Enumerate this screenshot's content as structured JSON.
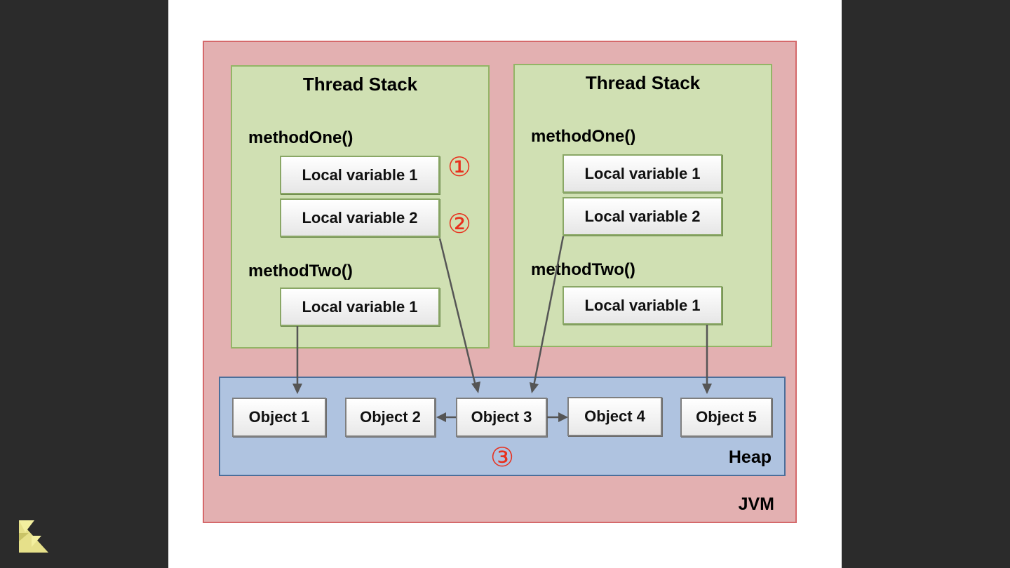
{
  "jvm": {
    "label": "JVM"
  },
  "heap": {
    "label": "Heap"
  },
  "stacks": [
    {
      "title": "Thread Stack",
      "methods": [
        {
          "name": "methodOne()",
          "vars": [
            "Local variable 1",
            "Local variable 2"
          ]
        },
        {
          "name": "methodTwo()",
          "vars": [
            "Local variable 1"
          ]
        }
      ]
    },
    {
      "title": "Thread Stack",
      "methods": [
        {
          "name": "methodOne()",
          "vars": [
            "Local variable 1",
            "Local variable 2"
          ]
        },
        {
          "name": "methodTwo()",
          "vars": [
            "Local variable 1"
          ]
        }
      ]
    }
  ],
  "objects": [
    "Object 1",
    "Object 2",
    "Object 3",
    "Object 4",
    "Object 5"
  ],
  "markers": [
    "①",
    "②",
    "③"
  ],
  "colors": {
    "jvm_fill": "#e3b0b1",
    "stack_fill": "#d0e0b3",
    "heap_fill": "#afc3e0",
    "marker": "#e8301d",
    "background": "#2b2b2b"
  }
}
